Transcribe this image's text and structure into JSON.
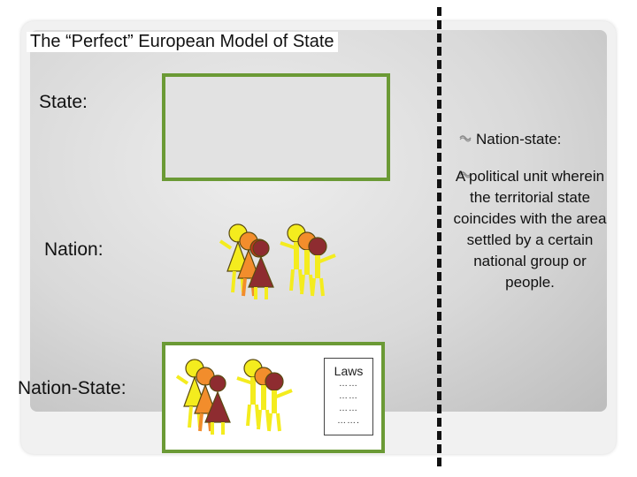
{
  "slide": {
    "title": "The “Perfect” European Model of State",
    "state_label": "State:",
    "nation_label": "Nation:",
    "nation_state_label": "Nation-State:",
    "laws": {
      "heading": "Laws",
      "lines": [
        "……",
        "……",
        "……",
        "……."
      ]
    },
    "side_panel": {
      "heading": "Nation-state:",
      "definition": "A political unit wherein the territorial state coincides with the area settled by a certain national group or people."
    },
    "colors": {
      "box_border": "#6b9a35",
      "figure_yellow": "#f4ec1e",
      "figure_orange": "#f28d2c",
      "figure_red": "#c33a1f",
      "figure_maroon": "#8e2c30"
    }
  }
}
